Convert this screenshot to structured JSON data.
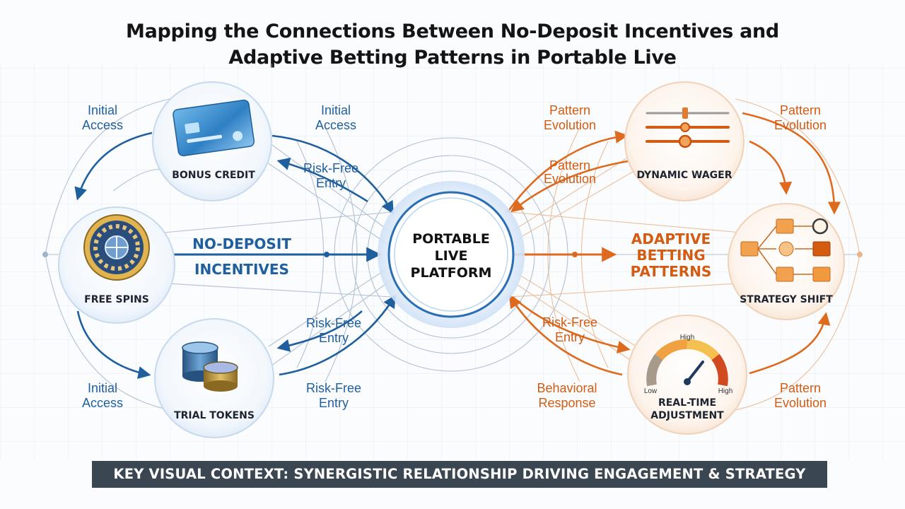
{
  "title": {
    "line1": "Mapping the Connections Between No-Deposit Incentives and",
    "line2": "Adaptive Betting Patterns in Portable Live"
  },
  "center": {
    "line1": "PORTABLE",
    "line2": "LIVE",
    "line3": "PLATFORM"
  },
  "left_group": {
    "line1": "NO-DEPOSIT",
    "line2": "INCENTIVES",
    "nodes": {
      "bonus_credit": "BONUS CREDIT",
      "free_spins": "FREE SPINS",
      "trial_tokens": "TRIAL TOKENS"
    }
  },
  "right_group": {
    "line1": "ADAPTIVE",
    "line2": "BETTING",
    "line3": "PATTERNS",
    "nodes": {
      "dynamic_wager": "DYNAMIC WAGER",
      "strategy_shift": "STRATEGY SHIFT",
      "realtime_line1": "REAL-TIME",
      "realtime_line2": "ADJUSTMENT"
    },
    "gauge": {
      "high": "High",
      "low": "Low",
      "high_right": "High"
    }
  },
  "labels": {
    "initial_access_tl": [
      "Initial",
      "Access"
    ],
    "initial_access_tc": [
      "Initial",
      "Access"
    ],
    "risk_free_1": [
      "Risk-Free",
      "Entry"
    ],
    "risk_free_2": [
      "Risk-Free",
      "Entry"
    ],
    "risk_free_3": [
      "Risk-Free",
      "Entry"
    ],
    "initial_access_bl": [
      "Initial",
      "Access"
    ],
    "pattern_evolution_1": [
      "Pattern",
      "Evolution"
    ],
    "pattern_evolution_2": [
      "Pattern",
      "Evolution"
    ],
    "pattern_evolution_3": [
      "Pattern",
      "Evolution"
    ],
    "pattern_evolution_4": [
      "Pattern",
      "Evolution"
    ],
    "risk_free_4": [
      "Risk-Free",
      "Entry"
    ],
    "behavioral_response": [
      "Behavioral",
      "Response"
    ]
  },
  "banner": "KEY VISUAL CONTEXT: SYNERGISTIC RELATIONSHIP DRIVING ENGAGEMENT & STRATEGY",
  "colors": {
    "blue": "#1f5f9e",
    "orange": "#dd6a1e",
    "banner_bg": "#3b4653",
    "title": "#141414"
  },
  "icons": {
    "bonus_credit": "credit-card-icon",
    "free_spins": "roulette-wheel-icon",
    "trial_tokens": "chip-stack-icon",
    "dynamic_wager": "slider-icon",
    "strategy_shift": "flowchart-icon",
    "realtime": "gauge-icon"
  }
}
